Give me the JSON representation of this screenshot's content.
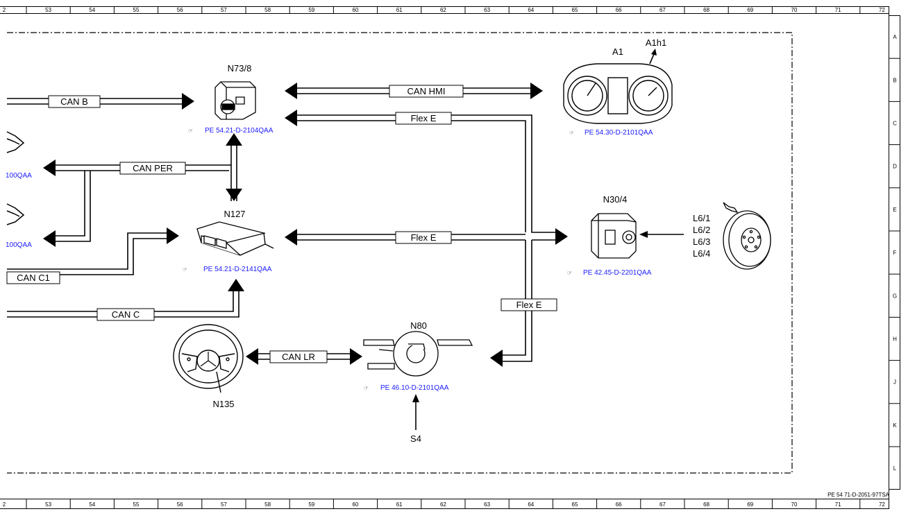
{
  "ruler": {
    "top": [
      "2",
      "53",
      "54",
      "55",
      "56",
      "57",
      "58",
      "59",
      "60",
      "61",
      "62",
      "63",
      "64",
      "65",
      "66",
      "67",
      "68",
      "69",
      "70",
      "71",
      "72"
    ],
    "bottom": [
      "2",
      "53",
      "54",
      "55",
      "56",
      "57",
      "58",
      "59",
      "60",
      "61",
      "62",
      "63",
      "64",
      "65",
      "66",
      "67",
      "68",
      "69",
      "70",
      "71",
      "72"
    ],
    "rows": [
      "A",
      "B",
      "C",
      "D",
      "E",
      "F",
      "G",
      "H",
      "J",
      "K",
      "L"
    ]
  },
  "components": {
    "n73_8": {
      "label": "N73/8",
      "ref": "PE 54.21-D-2104QAA"
    },
    "n127": {
      "label": "N127",
      "ref": "PE 54.21-D-2141QAA"
    },
    "a1": {
      "label": "A1",
      "sub": "A1h1",
      "ref": "PE 54.30-D-2101QAA"
    },
    "n30_4": {
      "label": "N30/4",
      "ref": "PE 42.45-D-2201QAA"
    },
    "l6": {
      "lines": [
        "L6/1",
        "L6/2",
        "L6/3",
        "L6/4"
      ]
    },
    "n80": {
      "label": "N80",
      "ref": "PE 46.10-D-2101QAA"
    },
    "n135": {
      "label": "N135"
    },
    "s4": {
      "label": "S4"
    },
    "left_top_ref": "100QAA",
    "left_bottom_ref": "100QAA"
  },
  "buses": {
    "can_b": "CAN B",
    "can_hmi": "CAN HMI",
    "flex_e_top": "Flex E",
    "can_per": "CAN PER",
    "flex_e_mid": "Flex E",
    "can_c1": "CAN C1",
    "can_c": "CAN C",
    "flex_e_vertical": "Flex E",
    "can_lr": "CAN LR"
  },
  "doc_id": "PE 54 71-D-2051-97TSA"
}
